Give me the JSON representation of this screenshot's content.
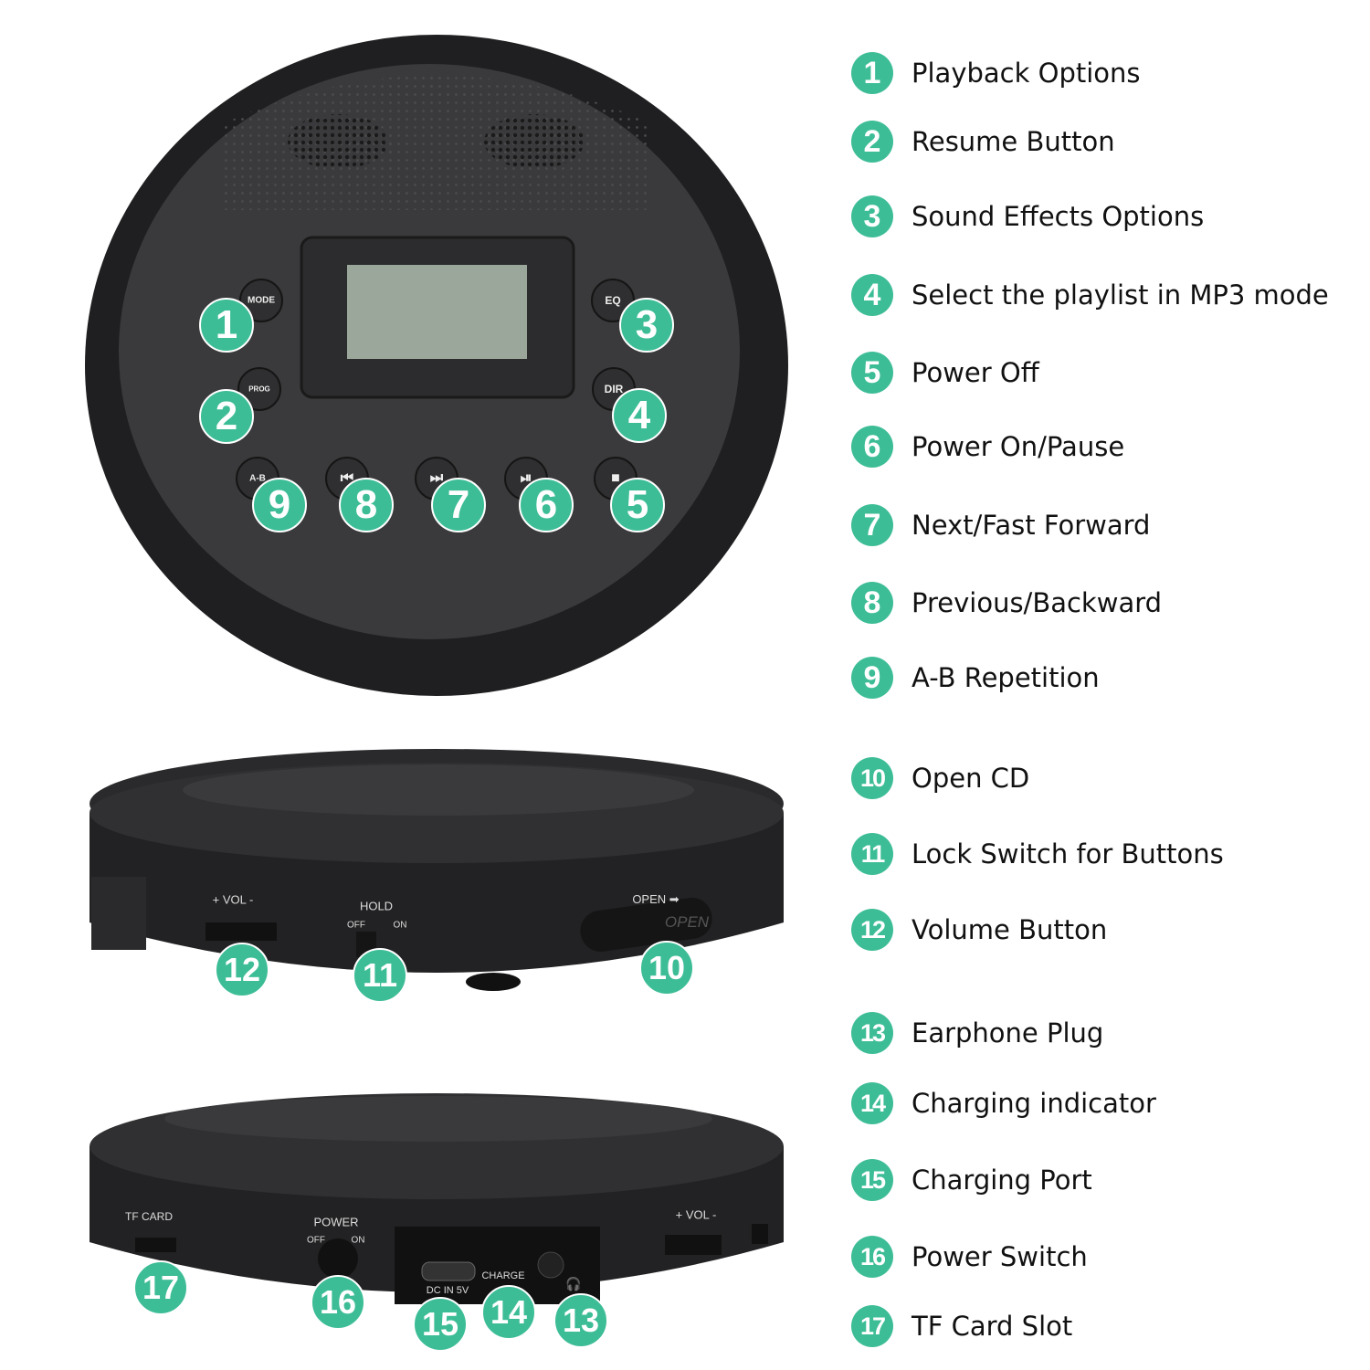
{
  "accent_color": "#3dbd96",
  "device_color": "#2e2e30",
  "legend": [
    {
      "num": "1",
      "label": "Playback Options"
    },
    {
      "num": "2",
      "label": "Resume Button"
    },
    {
      "num": "3",
      "label": "Sound Effects Options"
    },
    {
      "num": "4",
      "label": "Select the playlist in MP3 mode"
    },
    {
      "num": "5",
      "label": "Power Off"
    },
    {
      "num": "6",
      "label": "Power On/Pause"
    },
    {
      "num": "7",
      "label": "Next/Fast Forward"
    },
    {
      "num": "8",
      "label": "Previous/Backward"
    },
    {
      "num": "9",
      "label": "A-B Repetition"
    },
    {
      "num": "10",
      "label": "Open CD"
    },
    {
      "num": "11",
      "label": "Lock Switch for Buttons"
    },
    {
      "num": "12",
      "label": "Volume Button"
    },
    {
      "num": "13",
      "label": "Earphone Plug"
    },
    {
      "num": "14",
      "label": "Charging indicator"
    },
    {
      "num": "15",
      "label": "Charging Port"
    },
    {
      "num": "16",
      "label": "Power Switch"
    },
    {
      "num": "17",
      "label": "TF Card Slot"
    }
  ],
  "device_labels": {
    "mode": "MODE",
    "prog": "PROG",
    "eq": "EQ",
    "dir": "DIR",
    "ab": "A-B",
    "vol": "+ VOL -",
    "hold": "HOLD",
    "off": "OFF",
    "on": "ON",
    "open": "OPEN",
    "open_arrow": "OPEN ➡",
    "tf_card": "TF CARD",
    "power": "POWER",
    "dc_in": "DC IN 5V",
    "charge": "CHARGE"
  },
  "icons": {
    "prev": "previous-icon",
    "next": "next-icon",
    "play_pause": "play-pause-icon",
    "stop": "stop-icon",
    "headphone": "headphone-icon"
  }
}
